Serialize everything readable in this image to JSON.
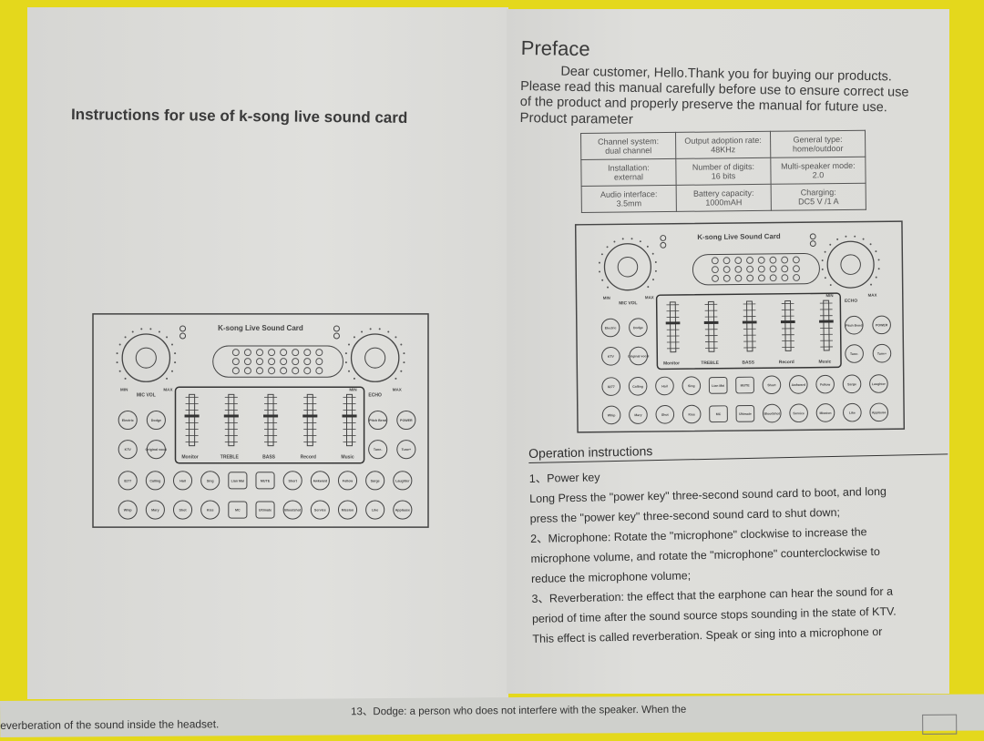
{
  "left_page": {
    "title": "Instructions for use of k-song live sound card"
  },
  "device": {
    "name": "K-song Live Sound Card",
    "mic_knob": {
      "label": "MIC VOL",
      "min": "MIN",
      "max": "MAX"
    },
    "echo_knob": {
      "label": "ECHO",
      "min": "MIN",
      "max": "MAX"
    },
    "sliders": [
      "Monitor",
      "TREBLE",
      "BASS",
      "Record",
      "Music"
    ],
    "row1_left": [
      "Electric",
      "Dodge"
    ],
    "row1_right": [
      "Pitch Bend",
      "POWER"
    ],
    "row2_left": [
      "KTV",
      "Original vocal"
    ],
    "row2_right": [
      "Tune-",
      "Tune+"
    ],
    "row3": [
      "8277",
      "Calling",
      "Hail",
      "Sing",
      "Lian Mai",
      "MUTE",
      "Short",
      "Awkward",
      "Follow",
      "Sarge",
      "Laughter"
    ],
    "row4": [
      "Whip",
      "Mary",
      "Shot",
      "Kiss",
      "MC",
      "Ultimate",
      "Bloodshot",
      "Service",
      "Mission",
      "Like",
      "Applause"
    ]
  },
  "preface": {
    "heading": "Preface",
    "line1": "Dear customer, Hello.Thank you for buying our products.",
    "line2": "Please read this manual carefully before use to ensure correct use",
    "line3": "of the product and properly preserve the manual for future use.",
    "param_heading": "Product parameter"
  },
  "parameters": [
    [
      "Channel system:",
      "dual channel",
      "Output adoption rate:",
      "48KHz",
      "General type:",
      "home/outdoor"
    ],
    [
      "Installation:",
      "external",
      "Number of digits:",
      "16 bits",
      "Multi-speaker mode:",
      "2.0"
    ],
    [
      "Audio interface:",
      "3.5mm",
      "Battery capacity:",
      "1000mAH",
      "Charging:",
      "DC5 V /1 A"
    ]
  ],
  "operation": {
    "heading": "Operation instructions",
    "lines": [
      "1、Power key",
      "Long Press the \"power key\" three-second sound card to boot, and long",
      "press the \"power key\" three-second sound card to shut down;",
      "2、Microphone: Rotate the \"microphone\" clockwise to increase the",
      "microphone volume, and rotate the \"microphone\" counterclockwise to",
      "reduce the microphone volume;",
      "3、Reverberation: the effect that the earphone can hear the sound for a",
      "period of time after the sound source stops sounding in the state of KTV.",
      "This effect is called reverberation. Speak or sing into a microphone or"
    ]
  },
  "bottom_page": {
    "left_text": "everberation of the sound inside the headset.",
    "right_text": "13、Dodge: a person who does not interfere with the speaker. When the"
  },
  "colors": {
    "background": "#e4d81c",
    "paper": "#dcdcd9",
    "ink": "#333333"
  }
}
